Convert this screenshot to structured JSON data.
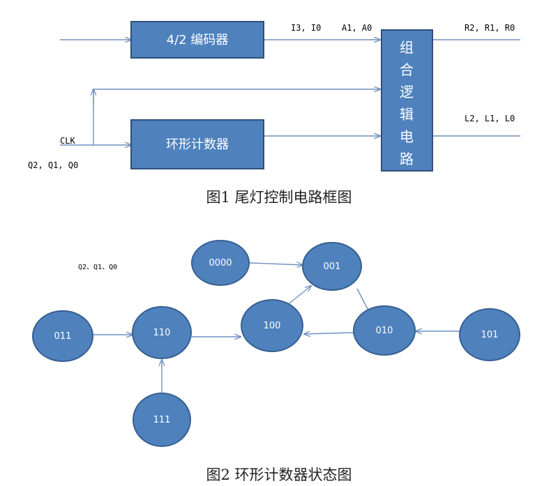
{
  "figure1": {
    "encoder_label": "4/2 编码器",
    "counter_label": "环形计数器",
    "logic_chars": [
      "组",
      "合",
      "逻",
      "辑",
      "电",
      "路"
    ],
    "sig_i": "I3, I0",
    "sig_a": "A1, A0",
    "sig_r": "R2, R1, R0",
    "sig_l": "L2, L1, L0",
    "sig_clk": "CLK",
    "sig_q": "Q2, Q1, Q0",
    "caption": "图1  尾灯控制电路框图"
  },
  "figure2": {
    "state_legend": "Q2、Q1、Q0",
    "states": [
      "0000",
      "001",
      "011",
      "110",
      "100",
      "010",
      "101",
      "111"
    ],
    "caption": "图2  环形计数器状态图"
  },
  "colors": {
    "fill": "#4f81bd",
    "stroke": "#365f91",
    "wire": "#6f8fbf"
  }
}
